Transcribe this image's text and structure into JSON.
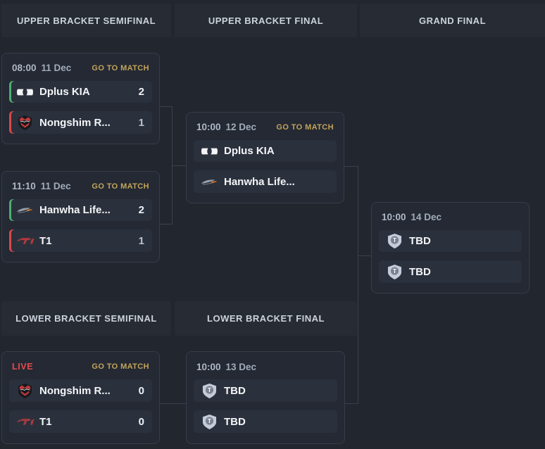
{
  "headers": [
    "UPPER BRACKET SEMIFINAL",
    "UPPER BRACKET FINAL",
    "GRAND FINAL",
    "LOWER BRACKET SEMIFINAL",
    "LOWER BRACKET FINAL"
  ],
  "matches": [
    {
      "round": "upper-bracket-semifinal-1",
      "time": "08:00",
      "date": "11 Dec",
      "link": "GO TO MATCH",
      "teams": [
        {
          "name": "Dplus KIA",
          "score": "2",
          "result": "win",
          "icon": "dplus-kia-logo"
        },
        {
          "name": "Nongshim R...",
          "score": "1",
          "result": "loss",
          "icon": "nongshim-redforce-logo"
        }
      ]
    },
    {
      "round": "upper-bracket-semifinal-2",
      "time": "11:10",
      "date": "11 Dec",
      "link": "GO TO MATCH",
      "teams": [
        {
          "name": "Hanwha Life...",
          "score": "2",
          "result": "win",
          "icon": "hanwha-life-logo"
        },
        {
          "name": "T1",
          "score": "1",
          "result": "loss",
          "icon": "t1-logo"
        }
      ]
    },
    {
      "round": "upper-bracket-final",
      "time": "10:00",
      "date": "12 Dec",
      "link": "GO TO MATCH",
      "teams": [
        {
          "name": "Dplus KIA",
          "icon": "dplus-kia-logo"
        },
        {
          "name": "Hanwha Life...",
          "icon": "hanwha-life-logo"
        }
      ]
    },
    {
      "round": "grand-final",
      "time": "10:00",
      "date": "14 Dec",
      "teams": [
        {
          "name": "TBD",
          "icon": "tbd-shield"
        },
        {
          "name": "TBD",
          "icon": "tbd-shield"
        }
      ]
    },
    {
      "round": "lower-bracket-semifinal",
      "status": "LIVE",
      "link": "GO TO MATCH",
      "teams": [
        {
          "name": "Nongshim R...",
          "score": "0",
          "icon": "nongshim-redforce-logo"
        },
        {
          "name": "T1",
          "score": "0",
          "icon": "t1-logo"
        }
      ]
    },
    {
      "round": "lower-bracket-final",
      "time": "10:00",
      "date": "13 Dec",
      "teams": [
        {
          "name": "TBD",
          "icon": "tbd-shield"
        },
        {
          "name": "TBD",
          "icon": "tbd-shield"
        }
      ]
    }
  ],
  "icons": {
    "tbd_letter": "T"
  },
  "colors": {
    "background": "#22262e",
    "header_bg": "#262b34",
    "card_bg": "#242934",
    "card_border": "#363d49",
    "row_bg": "#2b313c",
    "connector": "#3a414e",
    "goto_gold": "#c3a458",
    "live_red": "#e14b4b",
    "win_green": "#4fae71",
    "loss_red": "#d74b4b"
  }
}
